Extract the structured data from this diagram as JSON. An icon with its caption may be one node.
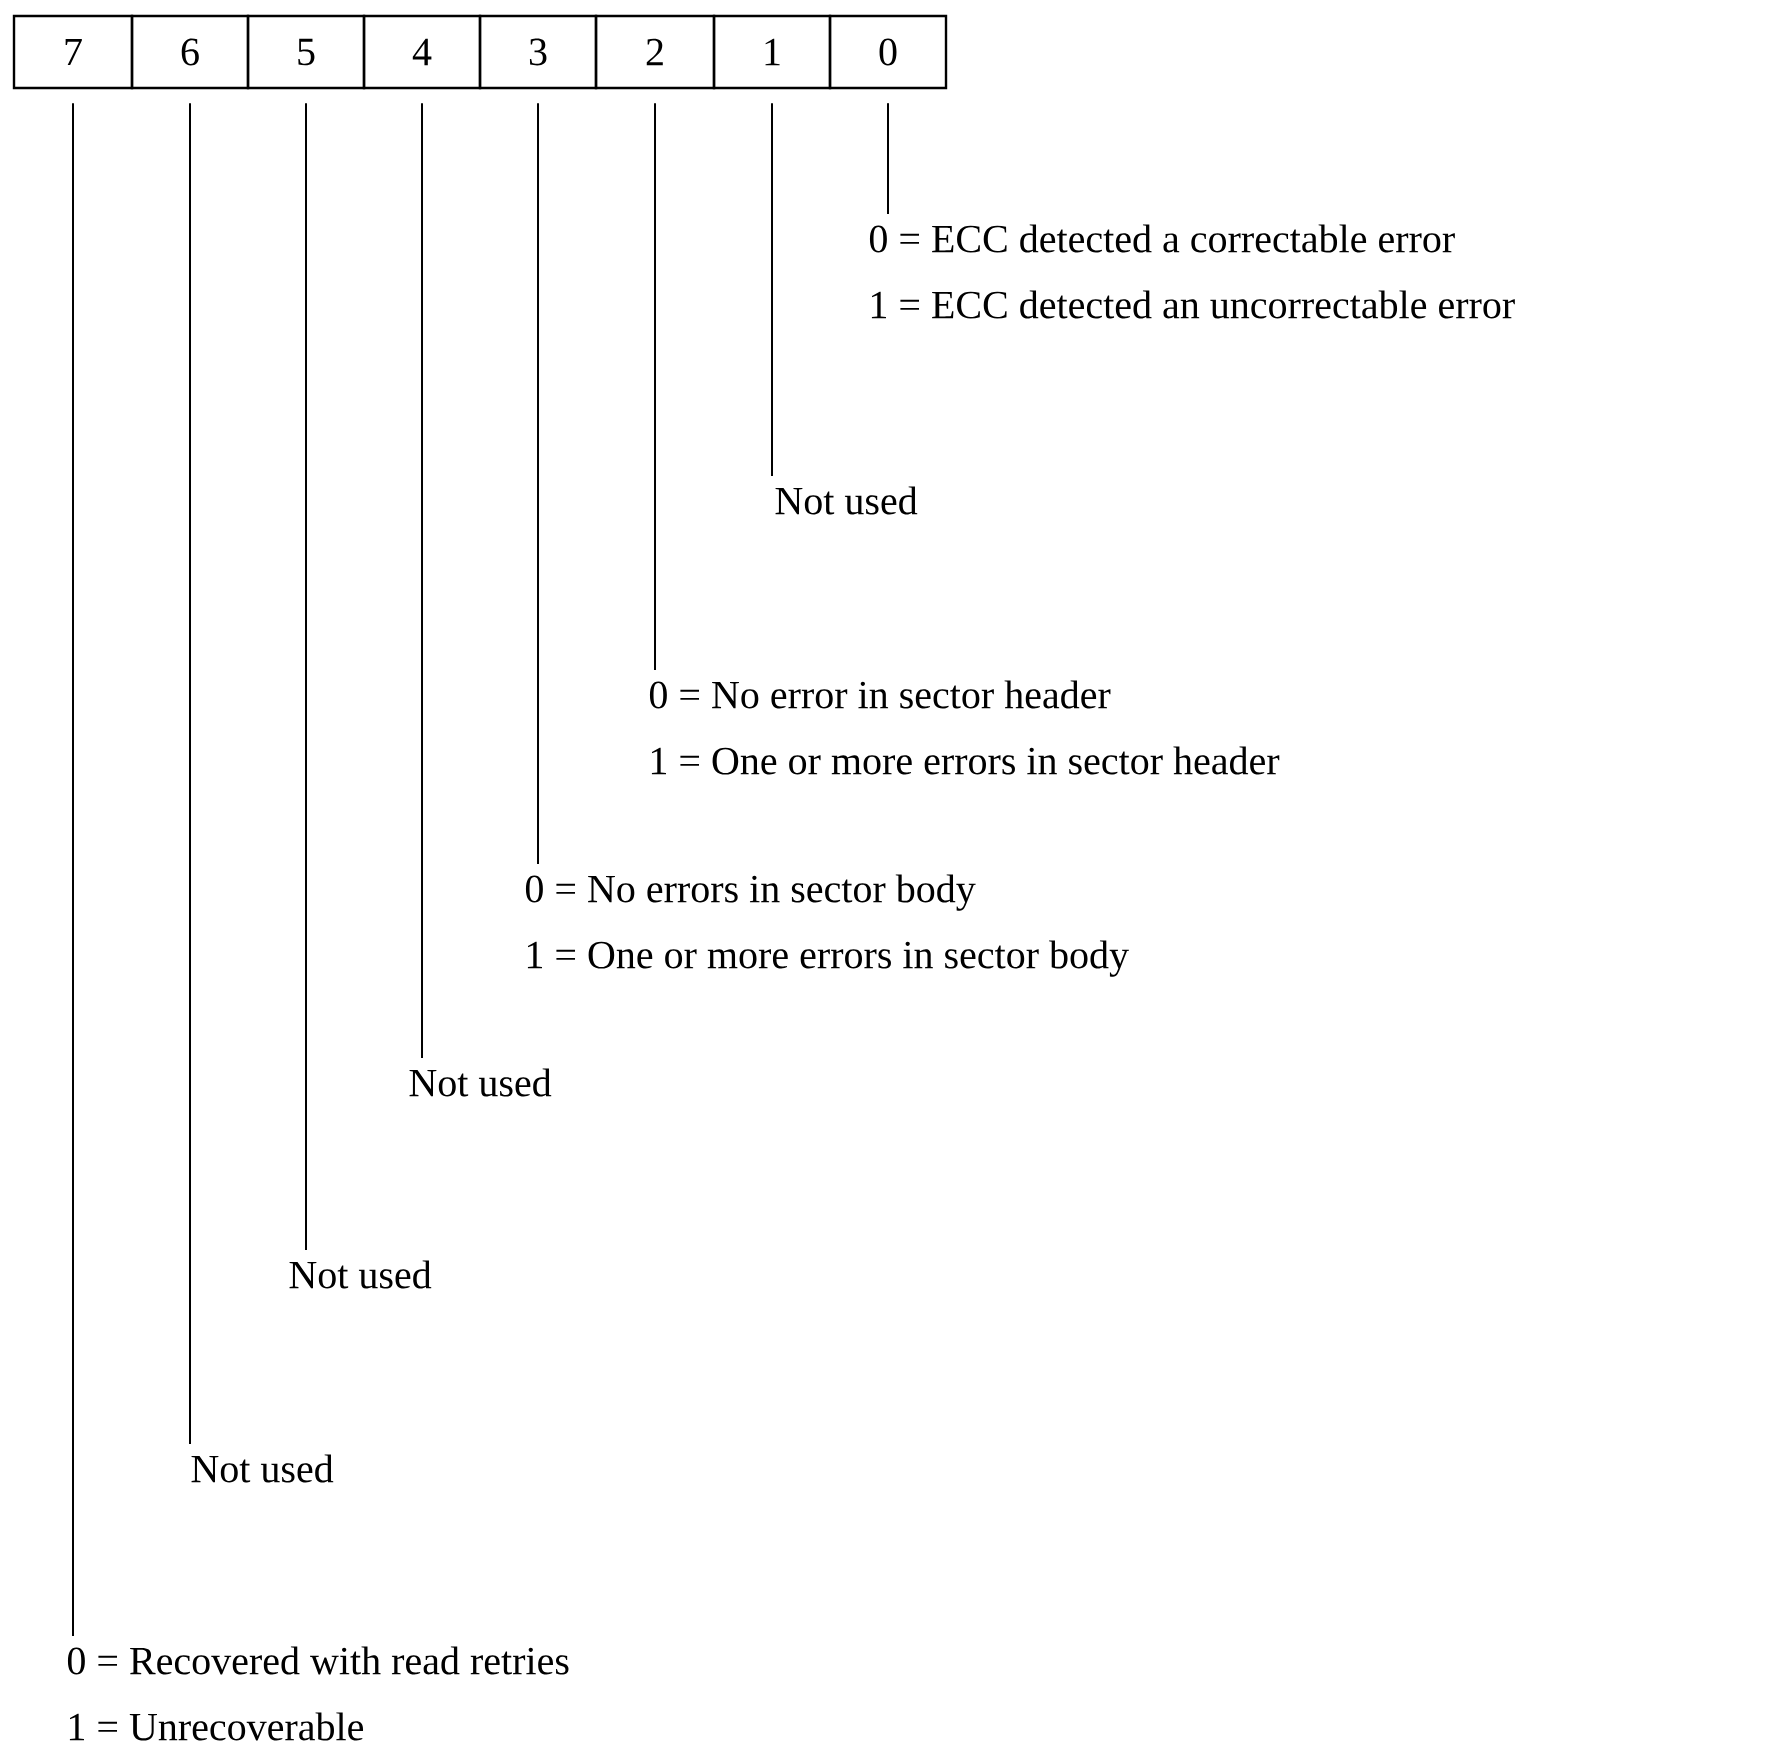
{
  "diagram": {
    "nodes": [
      {
        "text": [
          "7"
        ]
      },
      {
        "text": [
          "6"
        ]
      },
      {
        "text": [
          "5"
        ]
      },
      {
        "text": [
          "4"
        ]
      },
      {
        "text": [
          "3"
        ]
      },
      {
        "text": [
          "2"
        ]
      },
      {
        "text": [
          "1"
        ]
      },
      {
        "text": [
          "0"
        ]
      },
      {
        "text": [
          "0 = ECC detected a correctable error",
          "1 = ECC detected an uncorrectable error"
        ]
      },
      {
        "text": [
          "Not used"
        ]
      },
      {
        "text": [
          "0 = No error in sector header",
          "1 = One or more errors in sector header"
        ]
      },
      {
        "text": [
          "0 = No errors in sector body",
          "1 = One or more errors in sector body"
        ]
      },
      {
        "text": [
          "Not used"
        ]
      },
      {
        "text": [
          "Not used"
        ]
      },
      {
        "text": [
          "Not used"
        ]
      },
      {
        "text": [
          "0 = Recovered with read retries",
          "1 = Unrecoverable"
        ]
      }
    ],
    "edges": [
      {
        "from": 7,
        "to": 8,
        "arrow": "none"
      },
      {
        "from": 6,
        "to": 9,
        "arrow": "none"
      },
      {
        "from": 5,
        "to": 10,
        "arrow": "none"
      },
      {
        "from": 4,
        "to": 11,
        "arrow": "none"
      },
      {
        "from": 3,
        "to": 12,
        "arrow": "none"
      },
      {
        "from": 2,
        "to": 13,
        "arrow": "none"
      },
      {
        "from": 1,
        "to": 14,
        "arrow": "none"
      },
      {
        "from": 0,
        "to": 15,
        "arrow": "none"
      }
    ]
  }
}
